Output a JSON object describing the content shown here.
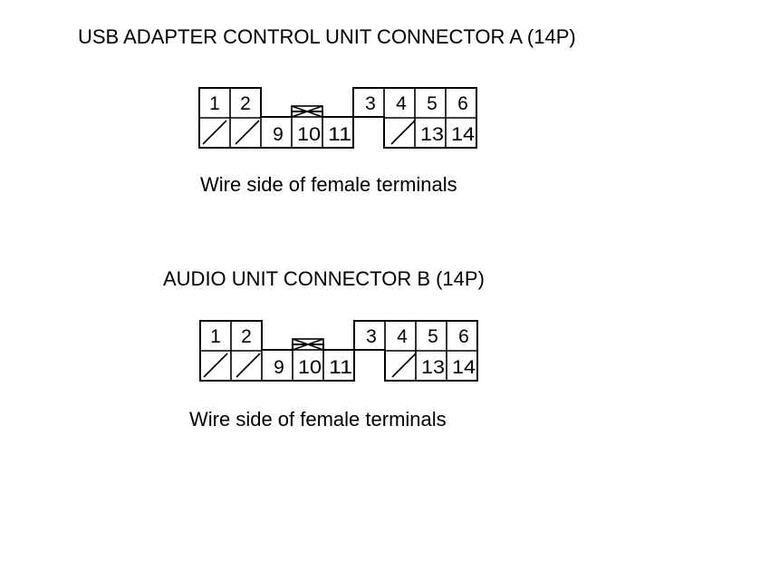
{
  "connectors": [
    {
      "title": "USB ADAPTER CONTROL UNIT CONNECTOR A (14P)",
      "caption": "Wire side of female terminals",
      "pins": [
        "1",
        "2",
        "3",
        "4",
        "5",
        "6",
        "9",
        "10",
        "11",
        "13",
        "14"
      ]
    },
    {
      "title": "AUDIO UNIT CONNECTOR B (14P)",
      "caption": "Wire side of female terminals",
      "pins": [
        "1",
        "2",
        "3",
        "4",
        "5",
        "6",
        "9",
        "10",
        "11",
        "13",
        "14"
      ]
    }
  ]
}
